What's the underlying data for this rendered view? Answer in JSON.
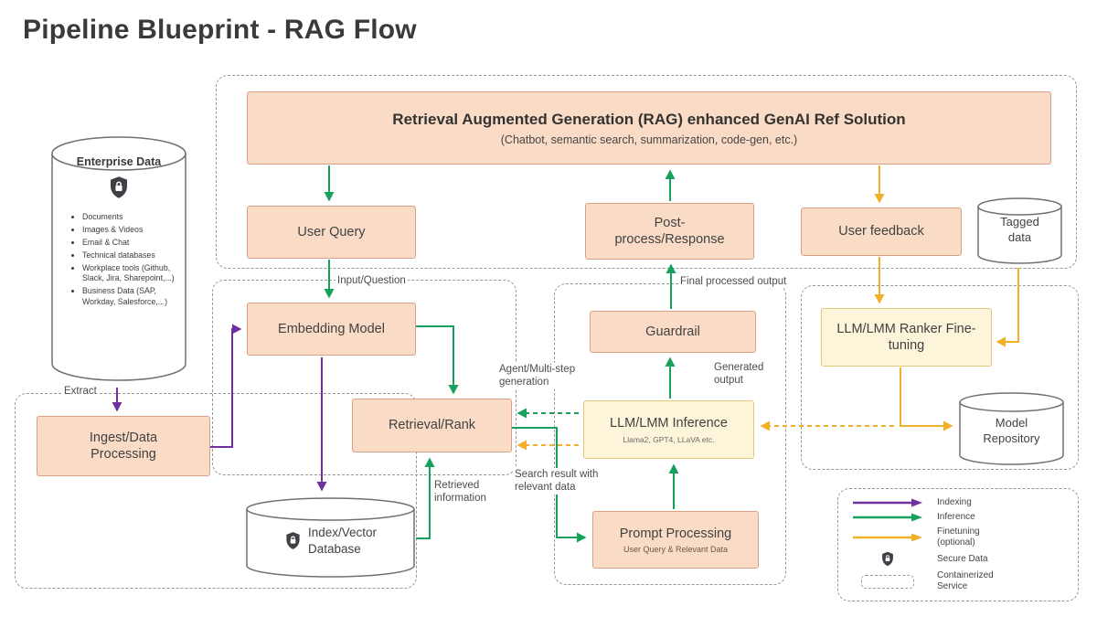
{
  "page_title": "Pipeline Blueprint - RAG Flow",
  "colors": {
    "indexing": "#7030a0",
    "inference": "#17a15c",
    "finetuning": "#f2af29",
    "node_fill": "#fadcc6",
    "node_border": "#d9a183",
    "model_node_fill": "#fdf5da",
    "model_node_border": "#e2c878"
  },
  "enterprise_data": {
    "title": "Enterprise Data",
    "items": [
      "Documents",
      "Images & Videos",
      "Email & Chat",
      "Technical databases",
      "Workplace tools (Github, Slack, Jira, Sharepoint,...)",
      "Business Data (SAP, Workday, Salesforce,...)"
    ]
  },
  "solution": {
    "header_title": "Retrieval Augmented Generation (RAG) enhanced GenAI Ref Solution",
    "header_subtitle": "(Chatbot, semantic search, summarization, code-gen, etc.)",
    "user_query": "User Query",
    "post_process": "Post-\nprocess/Response",
    "user_feedback": "User feedback"
  },
  "nodes": {
    "tagged_data": "Tagged\ndata",
    "embedding_model": "Embedding Model",
    "retrieval_rank": "Retrieval/Rank",
    "guardrail": "Guardrail",
    "llm_inference": "LLM/LMM Inference",
    "llm_inference_models": "Llama2, GPT4, LLaVA etc.",
    "prompt_processing": "Prompt Processing",
    "prompt_processing_sub": "User Query & Relevant Data",
    "ranker_finetuning": "LLM/LMM Ranker Fine-\ntuning",
    "ingest": "Ingest/Data\nProcessing",
    "index_vector_db": "Index/Vector\nDatabase",
    "model_repository": "Model\nRepository"
  },
  "edge_labels": {
    "extract": "Extract",
    "input_question": "Input/Question",
    "final_processed_output": "Final processed output",
    "agent_multistep": "Agent/Multi-step\ngeneration",
    "generated_output": "Generated\noutput",
    "retrieved_information": "Retrieved\ninformation",
    "search_result": "Search result with\nrelevant data"
  },
  "legend": {
    "indexing": "Indexing",
    "inference": "Inference",
    "finetuning": "Finetuning\n(optional)",
    "secure_data": "Secure Data",
    "containerized": "Containerized\nService"
  }
}
